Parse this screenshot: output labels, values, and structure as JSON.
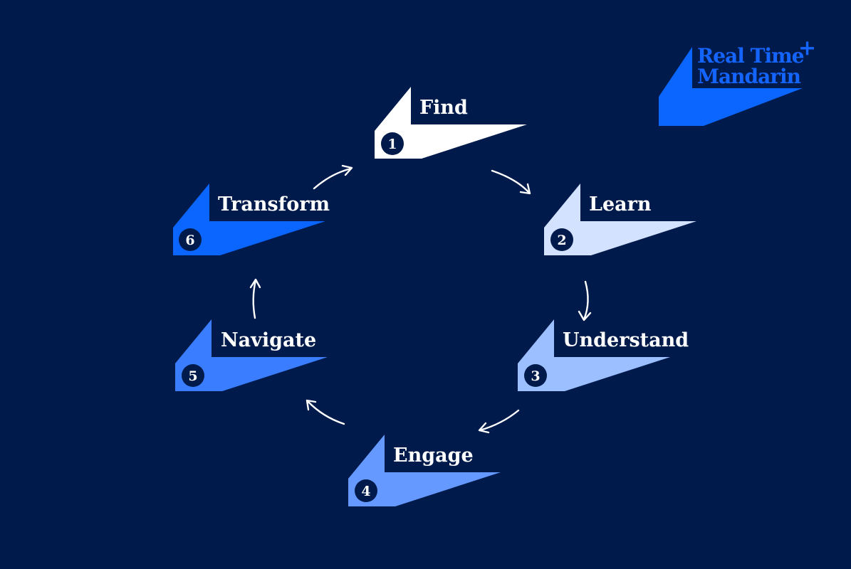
{
  "logo": {
    "line1": "Real Time",
    "line2": "Mandarin",
    "plus": "+",
    "color": "#0a66ff"
  },
  "cycle": {
    "steps": [
      {
        "number": "1",
        "label": "Find",
        "color": "#ffffff"
      },
      {
        "number": "2",
        "label": "Learn",
        "color": "#d3e2ff"
      },
      {
        "number": "3",
        "label": "Understand",
        "color": "#9bbfff"
      },
      {
        "number": "4",
        "label": "Engage",
        "color": "#6599ff"
      },
      {
        "number": "5",
        "label": "Navigate",
        "color": "#3a7eff"
      },
      {
        "number": "6",
        "label": "Transform",
        "color": "#0a66ff"
      }
    ],
    "arrow_color": "#ffffff",
    "badge_color": "#001b4b"
  }
}
